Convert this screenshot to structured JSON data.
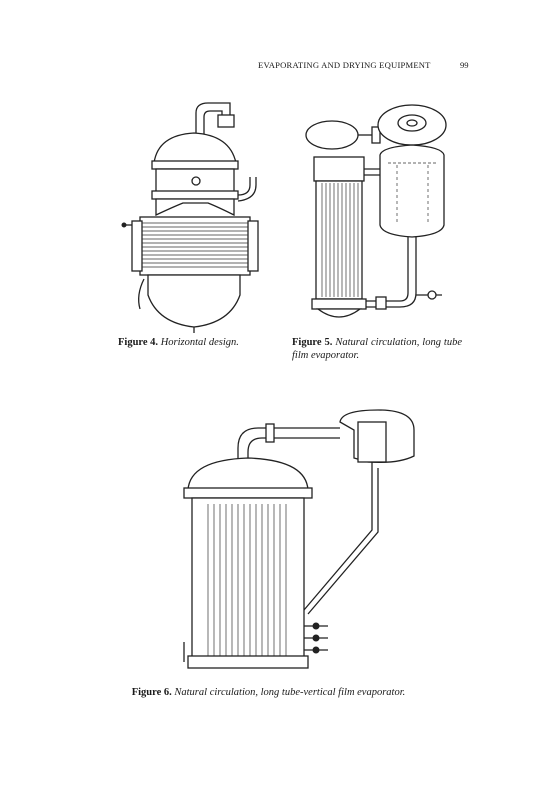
{
  "header": {
    "running_title": "EVAPORATING AND DRYING EQUIPMENT",
    "page_number": "99"
  },
  "figures": [
    {
      "label": "Figure 4.",
      "description": "Horizontal design."
    },
    {
      "label": "Figure 5.",
      "description": "Natural circulation, long tube film evaporator."
    },
    {
      "label": "Figure 6.",
      "description": "Natural circulation, long tube-vertical film evaporator."
    }
  ]
}
